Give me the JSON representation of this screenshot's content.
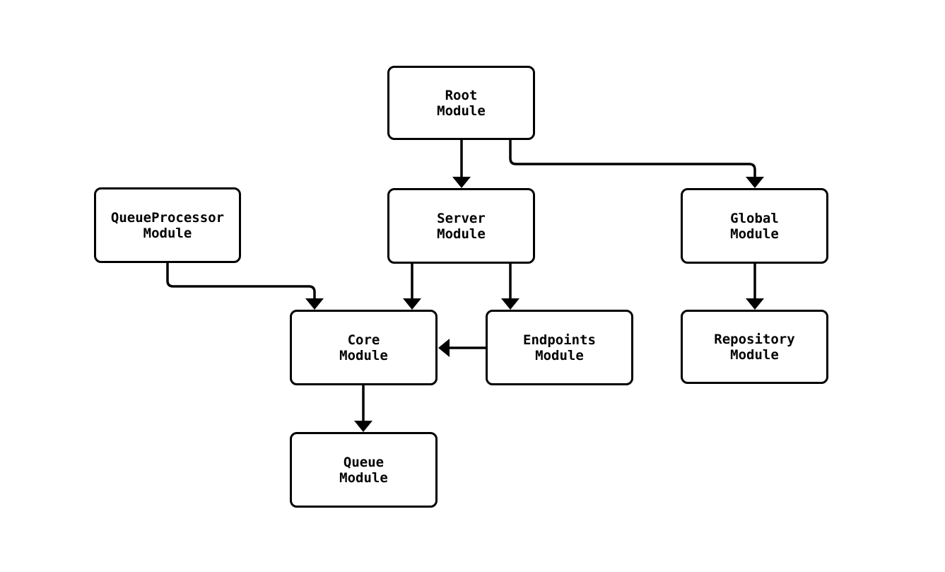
{
  "diagram": {
    "type": "module-dependency-flowchart",
    "background_color": "#ffffff",
    "node_fill_color": "#ffffff",
    "node_border_color": "#000000",
    "edge_color": "#000000",
    "text_color": "#000000",
    "nodes": {
      "root": {
        "label": "Root\nModule"
      },
      "queueprocessor": {
        "label": "QueueProcessor\nModule"
      },
      "server": {
        "label": "Server\nModule"
      },
      "global": {
        "label": "Global\nModule"
      },
      "core": {
        "label": "Core\nModule"
      },
      "endpoints": {
        "label": "Endpoints\nModule"
      },
      "repository": {
        "label": "Repository\nModule"
      },
      "queue": {
        "label": "Queue\nModule"
      }
    },
    "edges": [
      {
        "from": "Root Module",
        "to": "Server Module"
      },
      {
        "from": "Root Module",
        "to": "Global Module"
      },
      {
        "from": "QueueProcessor Module",
        "to": "Core Module"
      },
      {
        "from": "Server Module",
        "to": "Core Module"
      },
      {
        "from": "Server Module",
        "to": "Endpoints Module"
      },
      {
        "from": "Global Module",
        "to": "Repository Module"
      },
      {
        "from": "Endpoints Module",
        "to": "Core Module"
      },
      {
        "from": "Core Module",
        "to": "Queue Module"
      }
    ]
  }
}
